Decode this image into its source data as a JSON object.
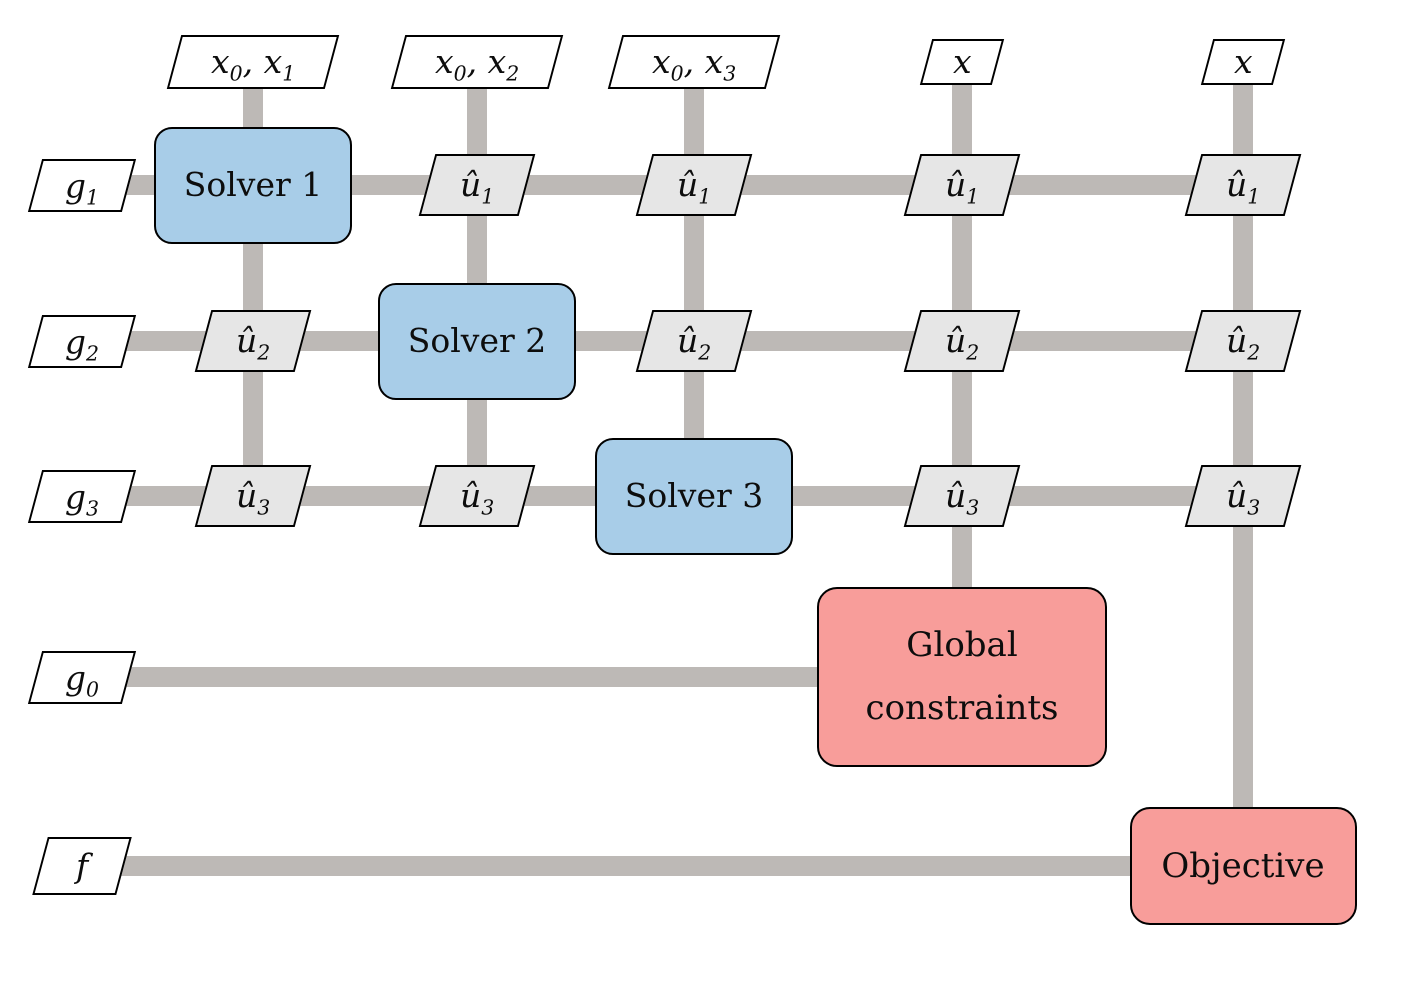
{
  "colors": {
    "background": "#ffffff",
    "io_fill": "#ffffff",
    "data_fill": "#e6e6e6",
    "solver_fill": "#a8cde8",
    "function_fill": "#f89d9a",
    "connector": "#bdb9b6",
    "border": "#000000"
  },
  "nodes": [
    {
      "name": "input-x0-x1",
      "type": "input",
      "label": "x_0, x_1",
      "col": 1,
      "row": 0
    },
    {
      "name": "input-x0-x2",
      "type": "input",
      "label": "x_0, x_2",
      "col": 2,
      "row": 0
    },
    {
      "name": "input-x0-x3",
      "type": "input",
      "label": "x_0, x_3",
      "col": 3,
      "row": 0
    },
    {
      "name": "input-x-col4",
      "type": "input_small",
      "label": "x",
      "col": 4,
      "row": 0
    },
    {
      "name": "input-x-col5",
      "type": "input_small",
      "label": "x",
      "col": 5,
      "row": 0
    },
    {
      "name": "output-g1",
      "type": "output",
      "label": "g_1",
      "col": 0,
      "row": 1
    },
    {
      "name": "output-g2",
      "type": "output",
      "label": "g_2",
      "col": 0,
      "row": 2
    },
    {
      "name": "output-g3",
      "type": "output",
      "label": "g_3",
      "col": 0,
      "row": 3
    },
    {
      "name": "output-g0",
      "type": "output",
      "label": "g_0",
      "col": 0,
      "row": 4
    },
    {
      "name": "output-f",
      "type": "output",
      "label": "f",
      "col": 0,
      "row": 5
    },
    {
      "name": "coupling-u1-col2",
      "type": "data",
      "label": "û_1",
      "col": 2,
      "row": 1
    },
    {
      "name": "coupling-u1-col3",
      "type": "data",
      "label": "û_1",
      "col": 3,
      "row": 1
    },
    {
      "name": "coupling-u1-col4",
      "type": "data",
      "label": "û_1",
      "col": 4,
      "row": 1
    },
    {
      "name": "coupling-u1-col5",
      "type": "data",
      "label": "û_1",
      "col": 5,
      "row": 1
    },
    {
      "name": "coupling-u2-col1",
      "type": "data",
      "label": "û_2",
      "col": 1,
      "row": 2
    },
    {
      "name": "coupling-u2-col3",
      "type": "data",
      "label": "û_2",
      "col": 3,
      "row": 2
    },
    {
      "name": "coupling-u2-col4",
      "type": "data",
      "label": "û_2",
      "col": 4,
      "row": 2
    },
    {
      "name": "coupling-u2-col5",
      "type": "data",
      "label": "û_2",
      "col": 5,
      "row": 2
    },
    {
      "name": "coupling-u3-col1",
      "type": "data",
      "label": "û_3",
      "col": 1,
      "row": 3
    },
    {
      "name": "coupling-u3-col2",
      "type": "data",
      "label": "û_3",
      "col": 2,
      "row": 3
    },
    {
      "name": "coupling-u3-col4",
      "type": "data",
      "label": "û_3",
      "col": 4,
      "row": 3
    },
    {
      "name": "coupling-u3-col5",
      "type": "data",
      "label": "û_3",
      "col": 5,
      "row": 3
    },
    {
      "name": "solver-1",
      "type": "solver",
      "label": "Solver 1",
      "col": 1,
      "row": 1
    },
    {
      "name": "solver-2",
      "type": "solver",
      "label": "Solver 2",
      "col": 2,
      "row": 2
    },
    {
      "name": "solver-3",
      "type": "solver",
      "label": "Solver 3",
      "col": 3,
      "row": 3
    },
    {
      "name": "global-constraints",
      "type": "function",
      "label": "Global\nconstraints",
      "col": 4,
      "row": 4
    },
    {
      "name": "objective",
      "type": "function",
      "label": "Objective",
      "col": 5,
      "row": 5
    }
  ],
  "connectors": [
    {
      "name": "row1-line",
      "orient": "h",
      "row": 1,
      "from_col": 0,
      "to_col": 5
    },
    {
      "name": "row2-line",
      "orient": "h",
      "row": 2,
      "from_col": 0,
      "to_col": 5
    },
    {
      "name": "row3-line",
      "orient": "h",
      "row": 3,
      "from_col": 0,
      "to_col": 5
    },
    {
      "name": "row4-line",
      "orient": "h",
      "row": 4,
      "from_col": 0,
      "to_col": 4
    },
    {
      "name": "row5-line",
      "orient": "h",
      "row": 5,
      "from_col": 0,
      "to_col": 5
    },
    {
      "name": "col1-line",
      "orient": "v",
      "col": 1,
      "from_row": 0,
      "to_row": 3
    },
    {
      "name": "col2-line",
      "orient": "v",
      "col": 2,
      "from_row": 0,
      "to_row": 3
    },
    {
      "name": "col3-line",
      "orient": "v",
      "col": 3,
      "from_row": 0,
      "to_row": 3
    },
    {
      "name": "col4-line",
      "orient": "v",
      "col": 4,
      "from_row": 0,
      "to_row": 4
    },
    {
      "name": "col5-line",
      "orient": "v",
      "col": 5,
      "from_row": 0,
      "to_row": 5
    }
  ]
}
